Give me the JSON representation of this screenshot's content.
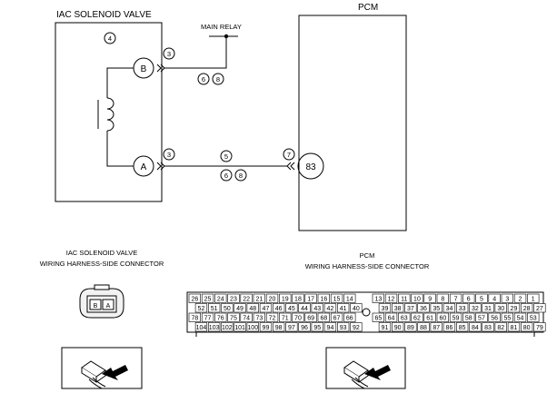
{
  "diagram": {
    "valve_title": "IAC SOLENOID VALVE",
    "pcm_title": "PCM",
    "main_relay": "MAIN RELAY",
    "terminal_b": "B",
    "terminal_a": "A",
    "terminal_83": "83",
    "callout_4": "4",
    "callout_3_b": "3",
    "callout_3_a": "3",
    "callout_6_top": "6",
    "callout_8_top": "8",
    "callout_5": "5",
    "callout_6_bot": "6",
    "callout_8_bot": "8",
    "callout_7": "7"
  },
  "connectors": {
    "valve_line1": "IAC SOLENOID VALVE",
    "valve_line2": "WIRING HARNESS-SIDE CONNECTOR",
    "pcm_line1": "PCM",
    "pcm_line2": "WIRING HARNESS-SIDE CONNECTOR",
    "valve_pin_b": "B",
    "valve_pin_a": "A",
    "pcm_left_rows": [
      [
        "26",
        "25",
        "24",
        "23",
        "22",
        "21",
        "20",
        "19",
        "18",
        "17",
        "16",
        "15",
        "14"
      ],
      [
        "52",
        "51",
        "50",
        "49",
        "48",
        "47",
        "46",
        "45",
        "44",
        "43",
        "42",
        "41",
        "40"
      ],
      [
        "78",
        "77",
        "76",
        "75",
        "74",
        "73",
        "72",
        "71",
        "70",
        "69",
        "68",
        "67",
        "66"
      ],
      [
        "104",
        "103",
        "102",
        "101",
        "100",
        "99",
        "98",
        "97",
        "96",
        "95",
        "94",
        "93",
        "92"
      ]
    ],
    "pcm_right_rows": [
      [
        "13",
        "12",
        "11",
        "10",
        "9",
        "8",
        "7",
        "6",
        "5",
        "4",
        "3",
        "2",
        "1"
      ],
      [
        "39",
        "38",
        "37",
        "36",
        "35",
        "34",
        "33",
        "32",
        "31",
        "30",
        "29",
        "28",
        "27"
      ],
      [
        "65",
        "64",
        "63",
        "62",
        "61",
        "60",
        "59",
        "58",
        "57",
        "56",
        "55",
        "54",
        "53"
      ],
      [
        "91",
        "90",
        "89",
        "88",
        "87",
        "86",
        "85",
        "84",
        "83",
        "82",
        "81",
        "80",
        "79"
      ]
    ]
  },
  "colors": {
    "line": "#000000",
    "background": "#ffffff"
  }
}
